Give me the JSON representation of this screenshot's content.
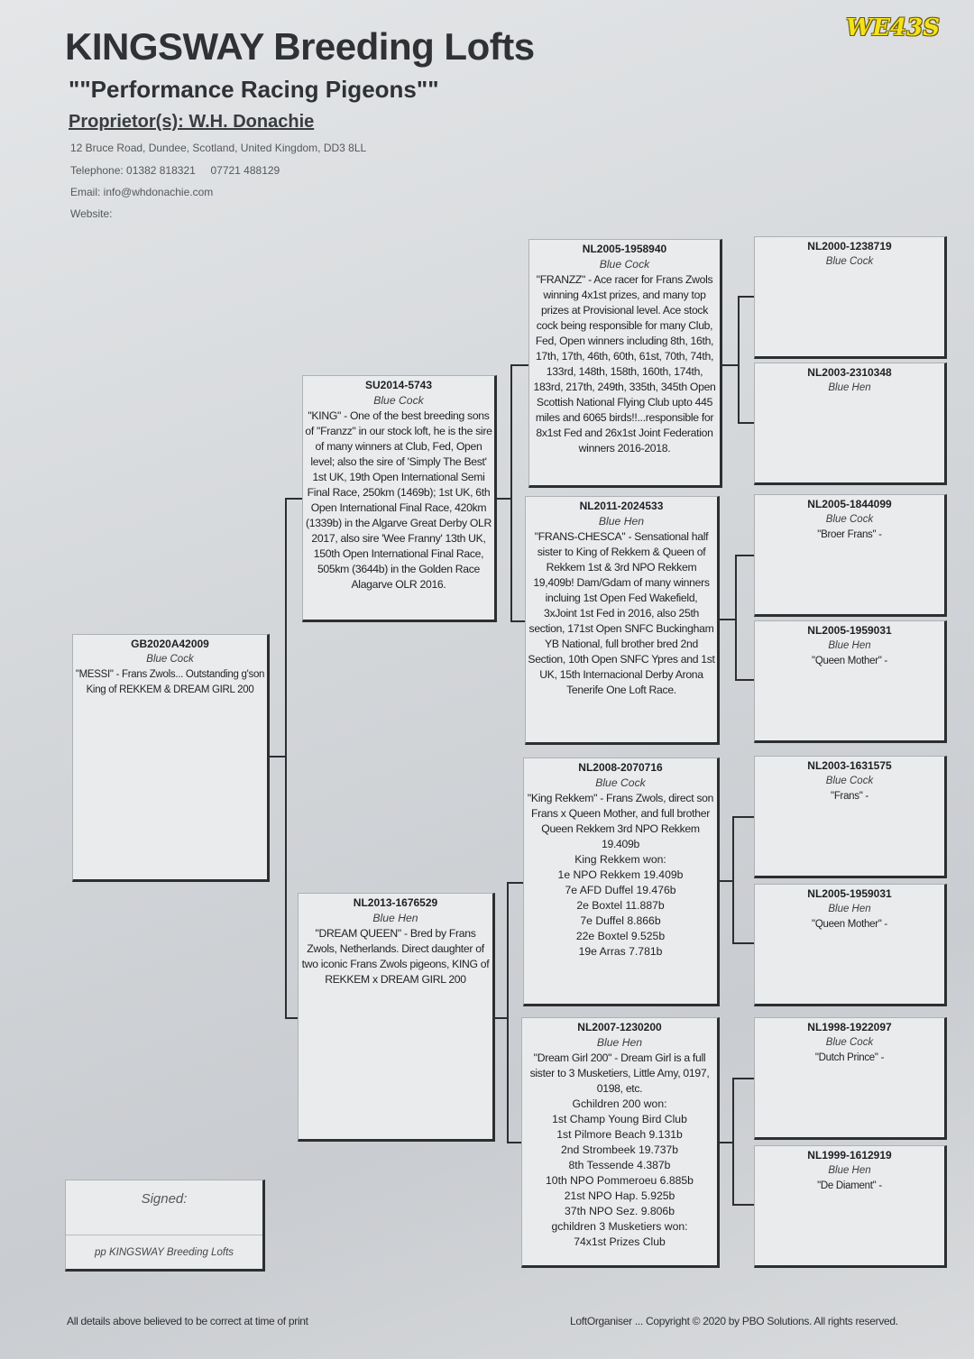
{
  "header": {
    "title": "KINGSWAY Breeding Lofts",
    "subtitle": "\"\"Performance Racing Pigeons\"\"",
    "proprietor": "Proprietor(s): W.H. Donachie",
    "address": "12 Bruce Road, Dundee, Scotland, United Kingdom,  DD3 8LL",
    "telephone": "Telephone: 01382 818321     07721 488129",
    "email": "Email: info@whdonachie.com",
    "website": "Website:"
  },
  "badge": "WE43S",
  "pedigree": {
    "subject": {
      "ring": "GB2020A42009",
      "colour": "Blue Cock",
      "desc": "\"MESSI\" - Frans Zwols... Outstanding g'son King of REKKEM & DREAM GIRL 200"
    },
    "sire": {
      "ring": "SU2014-5743",
      "colour": "Blue Cock",
      "desc": "\"KING\" - One of the best breeding sons of \"Franzz\" in our stock loft, he is the sire of many winners at Club, Fed, Open level; also the sire of 'Simply The Best' 1st UK, 19th Open International Semi Final Race, 250km (1469b); 1st UK, 6th Open International Final Race, 420km (1339b) in the Algarve Great Derby OLR 2017, also sire 'Wee Franny' 13th UK, 150th Open International Final Race, 505km (3644b) in the Golden Race Alagarve OLR 2016."
    },
    "dam": {
      "ring": "NL2013-1676529",
      "colour": "Blue Hen",
      "desc": "\"DREAM QUEEN\" - Bred by Frans Zwols, Netherlands. Direct daughter of two iconic Frans Zwols pigeons, KING of REKKEM x DREAM GIRL 200"
    },
    "sire_sire": {
      "ring": "NL2005-1958940",
      "colour": "Blue Cock",
      "desc": "\"FRANZZ\" - Ace racer for Frans Zwols winning 4x1st prizes, and many top prizes at Provisional level. Ace stock cock being responsible for many Club, Fed, Open winners including 8th, 16th, 17th, 17th, 46th, 60th, 61st, 70th, 74th, 133rd, 148th, 158th, 160th, 174th, 183rd, 217th, 249th, 335th, 345th Open Scottish National Flying Club upto 445 miles and 6065 birds!!...responsible for 8x1st Fed and 26x1st Joint Federation winners 2016-2018."
    },
    "sire_dam": {
      "ring": "NL2011-2024533",
      "colour": "Blue Hen",
      "desc": "\"FRANS-CHESCA\" - Sensational half sister to King of Rekkem & Queen of Rekkem 1st & 3rd NPO Rekkem 19,409b! Dam/Gdam of many winners incluing 1st Open Fed Wakefield, 3xJoint 1st Fed in 2016, also 25th section, 171st Open SNFC Buckingham YB National, full brother bred 2nd Section, 10th Open SNFC Ypres and 1st UK, 15th Internacional Derby Arona Tenerife One Loft Race."
    },
    "dam_sire": {
      "ring": "NL2008-2070716",
      "colour": "Blue Cock",
      "desc": "\"King Rekkem\" - Frans Zwols, direct son Frans x Queen Mother, and full brother Queen Rekkem 3rd NPO Rekkem 19.409b",
      "results_title": "King Rekkem won:",
      "results": [
        "1e NPO Rekkem 19.409b",
        "7e AFD Duffel 19.476b",
        "2e Boxtel 11.887b",
        "7e Duffel 8.866b",
        "22e Boxtel 9.525b",
        "19e Arras 7.781b"
      ]
    },
    "dam_dam": {
      "ring": "NL2007-1230200",
      "colour": "Blue Hen",
      "desc": "\"Dream Girl 200\" - Dream Girl is a full sister to 3 Musketiers, Little Amy, 0197, 0198, etc.",
      "results_title": "Gchildren 200 won:",
      "results": [
        "1st Champ Young Bird Club",
        "1st Pilmore Beach 9.131b",
        "2nd Strombeek 19.737b",
        "8th Tessende 4.387b",
        "10th NPO Pommeroeu 6.885b",
        "21st NPO Hap. 5.925b",
        "37th NPO Sez. 9.806b",
        "gchildren 3 Musketiers won:",
        "74x1st Prizes Club"
      ]
    },
    "gg": [
      {
        "ring": "NL2000-1238719",
        "colour": "Blue Cock",
        "name": ""
      },
      {
        "ring": "NL2003-2310348",
        "colour": "Blue Hen",
        "name": ""
      },
      {
        "ring": "NL2005-1844099",
        "colour": "Blue Cock",
        "name": "\"Broer Frans\" -"
      },
      {
        "ring": "NL2005-1959031",
        "colour": "Blue Hen",
        "name": "\"Queen Mother\" -"
      },
      {
        "ring": "NL2003-1631575",
        "colour": "Blue Cock",
        "name": "\"Frans\" -"
      },
      {
        "ring": "NL2005-1959031",
        "colour": "Blue Hen",
        "name": "\"Queen Mother\" -"
      },
      {
        "ring": "NL1998-1922097",
        "colour": "Blue Cock",
        "name": "\"Dutch Prince\" -"
      },
      {
        "ring": "NL1999-1612919",
        "colour": "Blue Hen",
        "name": "\"De Diament\" -"
      }
    ]
  },
  "signature": {
    "label": "Signed:",
    "by": "pp KINGSWAY Breeding Lofts"
  },
  "footer": {
    "disclaimer": "All details above believed to be correct at time of print",
    "copyright": "LoftOrganiser ... Copyright © 2020 by PBO Solutions. All rights reserved."
  }
}
